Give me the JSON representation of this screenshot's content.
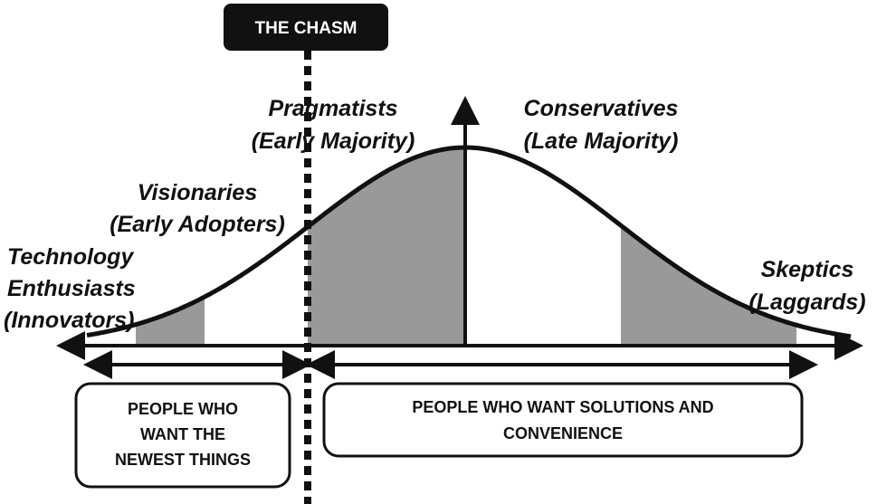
{
  "chasm": {
    "label": "THE CHASM"
  },
  "segments": {
    "innovators": {
      "line1": "Technology",
      "line2": "Enthusiasts",
      "line3": "(Innovators)"
    },
    "early_adopters": {
      "line1": "Visionaries",
      "line2": "(Early Adopters)"
    },
    "early_majority": {
      "line1": "Pragmatists",
      "line2": "(Early Majority)"
    },
    "late_majority": {
      "line1": "Conservatives",
      "line2": "(Late Majority)"
    },
    "laggards": {
      "line1": "Skeptics",
      "line2": "(Laggards)"
    }
  },
  "groups": {
    "left": {
      "line1": "PEOPLE WHO",
      "line2": "WANT THE",
      "line3": "NEWEST THINGS"
    },
    "right": {
      "line1": "PEOPLE WHO WANT SOLUTIONS AND",
      "line2": "CONVENIENCE"
    }
  },
  "colors": {
    "ink": "#111111",
    "shade": "#999999",
    "background": "#ffffff"
  }
}
